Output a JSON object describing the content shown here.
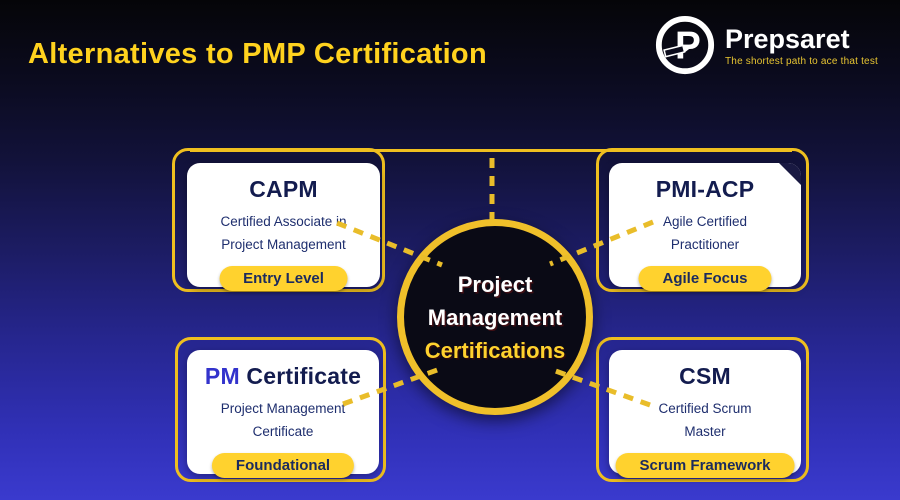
{
  "header": {
    "title": "Alternatives to PMP Certification",
    "logo": {
      "brand": "Prepsaret",
      "tagline": "The shortest path to ace that test",
      "icon_letter": "P"
    }
  },
  "center_node": {
    "line1": "Project",
    "line2": "Management",
    "line3": "Certifications"
  },
  "cards": [
    {
      "id": "capm",
      "title_accent": "",
      "title_main": "CAPM",
      "subtitle_line1": "Certified Associate in",
      "subtitle_line2": "Project Management",
      "badge": "Entry Level"
    },
    {
      "id": "pmi-acp",
      "title_accent": "",
      "title_main": "PMI-ACP",
      "subtitle_line1": "Agile Certified",
      "subtitle_line2": "Practitioner",
      "badge": "Agile Focus"
    },
    {
      "id": "pm-certificate",
      "title_accent": "PM ",
      "title_main": "Certificate",
      "subtitle_line1": "Project Management",
      "subtitle_line2": "Certificate",
      "badge": "Foundational"
    },
    {
      "id": "csm",
      "title_accent": "",
      "title_main": "CSM",
      "subtitle_line1": "Certified Scrum",
      "subtitle_line2": "Master",
      "badge": "Scrum Framework"
    }
  ],
  "colors": {
    "title_yellow": "#FFD21E",
    "gold_line": "#EFBF1F",
    "badge_yellow": "#FFD22E",
    "card_title_navy": "#131C4F",
    "card_accent_blue": "#3333CC",
    "subtitle_navy": "#1E2E6E",
    "tagline_yellow": "#E8C532",
    "background_top": "#050508",
    "background_bottom": "#3A3ACE"
  }
}
